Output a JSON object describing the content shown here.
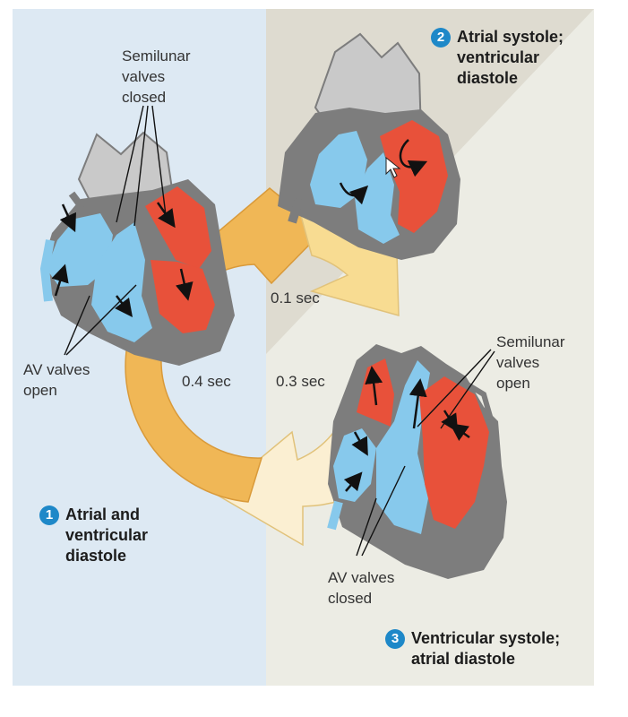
{
  "phases": [
    {
      "number": "1",
      "line1": "Atrial and",
      "line2": "ventricular",
      "line3": "diastole"
    },
    {
      "number": "2",
      "line1": "Atrial systole;",
      "line2": "ventricular",
      "line3": "diastole"
    },
    {
      "number": "3",
      "line1": "Ventricular systole;",
      "line2": "atrial diastole"
    }
  ],
  "labels": {
    "semilunar_closed": [
      "Semilunar",
      "valves",
      "closed"
    ],
    "av_open": [
      "AV valves",
      "open"
    ],
    "semilunar_open": [
      "Semilunar",
      "valves",
      "open"
    ],
    "av_closed": [
      "AV valves",
      "closed"
    ]
  },
  "durations": {
    "phase1": "0.4 sec",
    "phase2": "0.1 sec",
    "phase3": "0.3 sec"
  },
  "colors": {
    "left_panel": "#dde9f3",
    "right_panel": "#ecece4",
    "triangle": "#dedbd0",
    "blood_blue": "#87c9ec",
    "blood_red": "#e8513a",
    "heart_wall": "#7d7d7d",
    "vessel_gray": "#c9c9c9",
    "arrow_1": "#f0b756",
    "arrow_2": "#f8dc92",
    "arrow_3": "#fbefd2",
    "badge": "#1e88c8"
  }
}
